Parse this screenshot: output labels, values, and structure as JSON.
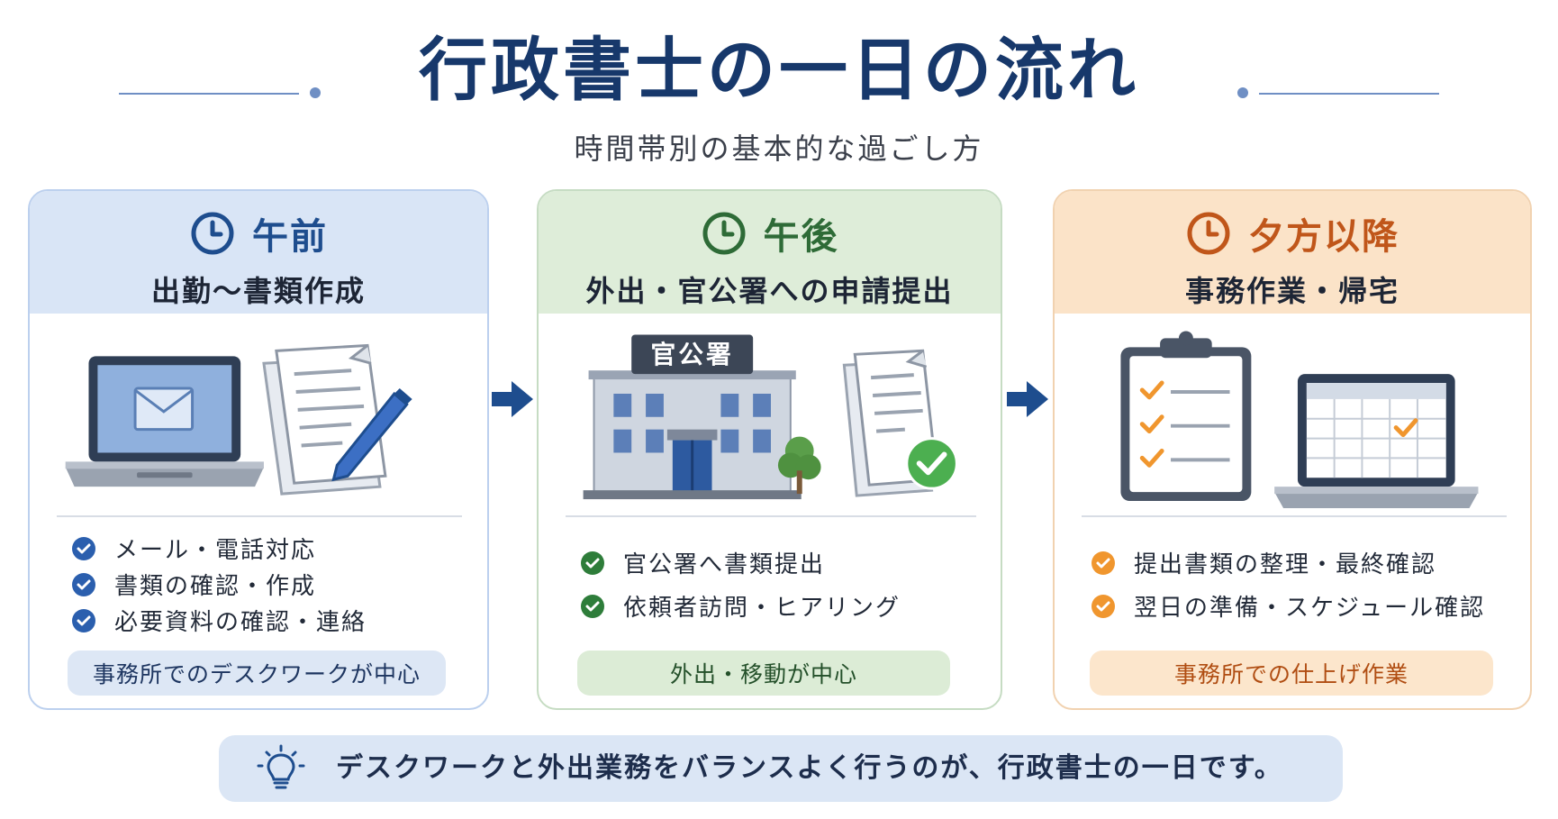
{
  "header": {
    "title": "行政書士の一日の流れ",
    "subtitle": "時間帯別の基本的な過ごし方"
  },
  "colors": {
    "title": "#17386b",
    "morning": "#1e4d8e",
    "afternoon": "#2e6b37",
    "evening": "#c0561a",
    "arrow": "#1e4d8e"
  },
  "panels": [
    {
      "time": "午前",
      "subtitle": "出勤～書類作成",
      "icon": "clock-icon",
      "illustration": [
        "laptop-email-icon",
        "document-pen-icon"
      ],
      "items": [
        "メール・電話対応",
        "書類の確認・作成",
        "必要資料の確認・連絡"
      ],
      "pill": "事務所でのデスクワークが中心"
    },
    {
      "time": "午後",
      "subtitle": "外出・官公署への申請提出",
      "icon": "clock-icon",
      "illustration": [
        "government-building-icon",
        "approved-document-icon"
      ],
      "building_sign": "官公署",
      "items": [
        "官公署へ書類提出",
        "依頼者訪問・ヒアリング"
      ],
      "pill": "外出・移動が中心"
    },
    {
      "time": "夕方以降",
      "subtitle": "事務作業・帰宅",
      "icon": "clock-icon",
      "illustration": [
        "checklist-clipboard-icon",
        "laptop-calendar-icon"
      ],
      "items": [
        "提出書類の整理・最終確認",
        "翌日の準備・スケジュール確認"
      ],
      "pill": "事務所での仕上げ作業"
    }
  ],
  "footer": {
    "icon": "lightbulb-icon",
    "text": "デスクワークと外出業務をバランスよく行うのが、行政書士の一日です。"
  }
}
